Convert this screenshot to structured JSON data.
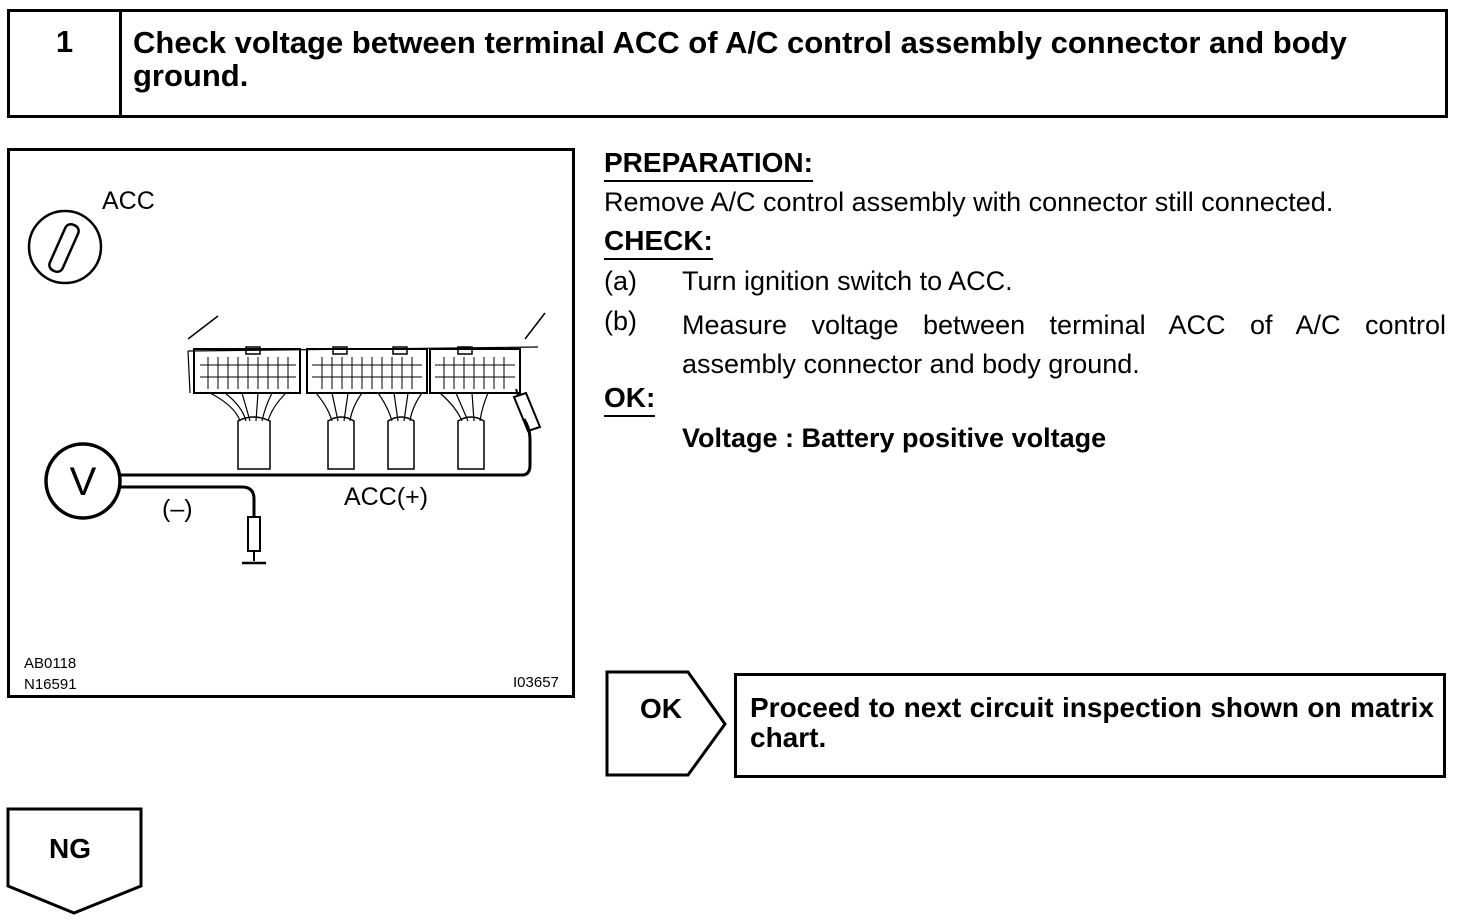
{
  "step": {
    "number": "1",
    "title": "Check voltage between terminal ACC of A/C control assembly connector and body ground."
  },
  "figure": {
    "label_acc": "ACC",
    "meter_symbol": "V",
    "label_negative": "(–)",
    "label_acc_positive": "ACC(+)",
    "code_top_left": "AB0118",
    "code_bottom_left": "N16591",
    "code_bottom_right": "I03657"
  },
  "preparation": {
    "heading": "PREPARATION:",
    "text": "Remove A/C control assembly with connector still connected."
  },
  "check": {
    "heading": "CHECK:",
    "steps": [
      {
        "marker": "(a)",
        "text": "Turn ignition switch to ACC."
      },
      {
        "marker": "(b)",
        "text": "Measure voltage between terminal ACC of A/C control assembly connector and body ground."
      }
    ]
  },
  "ok": {
    "heading": "OK:",
    "spec": "Voltage : Battery positive voltage"
  },
  "result_ok": {
    "label": "OK",
    "text": "Proceed to next circuit inspection shown on matrix chart."
  },
  "result_ng": {
    "label": "NG"
  }
}
